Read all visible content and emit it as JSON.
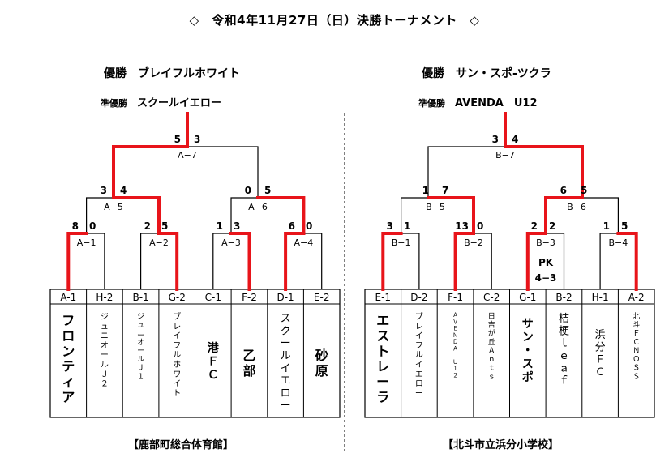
{
  "page_title": "◇　令和4年11月27日（日）決勝トーナメント　◇",
  "left": {
    "winner_label": "優勝",
    "winner_team": "ブレイフルホワイト",
    "runner_label": "準優勝",
    "runner_team": "スクールイエロー",
    "venue": "【鹿部町総合体育館】",
    "matches": {
      "top": {
        "label": "A−7",
        "score_l": "5",
        "score_r": "3"
      },
      "semi_l": {
        "label": "A−5",
        "score_l": "3",
        "score_r": "4"
      },
      "semi_r": {
        "label": "A−6",
        "score_l": "0",
        "score_r": "5"
      },
      "q1": {
        "label": "A−1",
        "score_l": "8",
        "score_r": "0"
      },
      "q2": {
        "label": "A−2",
        "score_l": "2",
        "score_r": "5"
      },
      "q3": {
        "label": "A−3",
        "score_l": "1",
        "score_r": "3"
      },
      "q4": {
        "label": "A−4",
        "score_l": "6",
        "score_r": "0"
      }
    },
    "teams": [
      {
        "seed": "A-1",
        "name": "フロンティア"
      },
      {
        "seed": "H-2",
        "name": "ジュニオールＪ２"
      },
      {
        "seed": "B-1",
        "name": "ジュニオールＪ１"
      },
      {
        "seed": "G-2",
        "name": "ブレイフルホワイト"
      },
      {
        "seed": "C-1",
        "name": "港ＦＣ"
      },
      {
        "seed": "F-2",
        "name": "乙部"
      },
      {
        "seed": "D-1",
        "name": "スクールイエロー"
      },
      {
        "seed": "E-2",
        "name": "砂原"
      }
    ]
  },
  "right": {
    "winner_label": "優勝",
    "winner_team": "サン・スポ-ツクラ",
    "runner_label": "準優勝",
    "runner_team": "AVENDA　U12",
    "venue": "【北斗市立浜分小学校】",
    "matches": {
      "top": {
        "label": "B−7",
        "score_l": "3",
        "score_r": "4"
      },
      "semi_l": {
        "label": "B−5",
        "score_l": "1",
        "score_r": "7"
      },
      "semi_r": {
        "label": "B−6",
        "score_l": "6",
        "score_r": "5"
      },
      "q1": {
        "label": "B−1",
        "score_l": "3",
        "score_r": "1"
      },
      "q2": {
        "label": "B−2",
        "score_l": "13",
        "score_r": "0"
      },
      "q3": {
        "label": "B−3",
        "score_l": "2",
        "score_r": "2",
        "pk_label": "PK",
        "pk_score": "4−3"
      },
      "q4": {
        "label": "B−4",
        "score_l": "1",
        "score_r": "5"
      }
    },
    "teams": [
      {
        "seed": "E-1",
        "name": "エストレーラ"
      },
      {
        "seed": "D-2",
        "name": "ブレイフルイエロー"
      },
      {
        "seed": "F-1",
        "name": "ＡＶＥＮＤＡ　Ｕ１２"
      },
      {
        "seed": "C-2",
        "name": "日吉が丘Ａｎｔｓ"
      },
      {
        "seed": "G-1",
        "name": "サン・スポ"
      },
      {
        "seed": "B-2",
        "name": "桔梗ｌｅａｆ"
      },
      {
        "seed": "H-1",
        "name": "浜分ＦＣ"
      },
      {
        "seed": "A-2",
        "name": "北斗ＦＣＮＯＳＳ"
      }
    ]
  },
  "colors": {
    "winner_line": "#e8141a",
    "line": "#000000"
  }
}
